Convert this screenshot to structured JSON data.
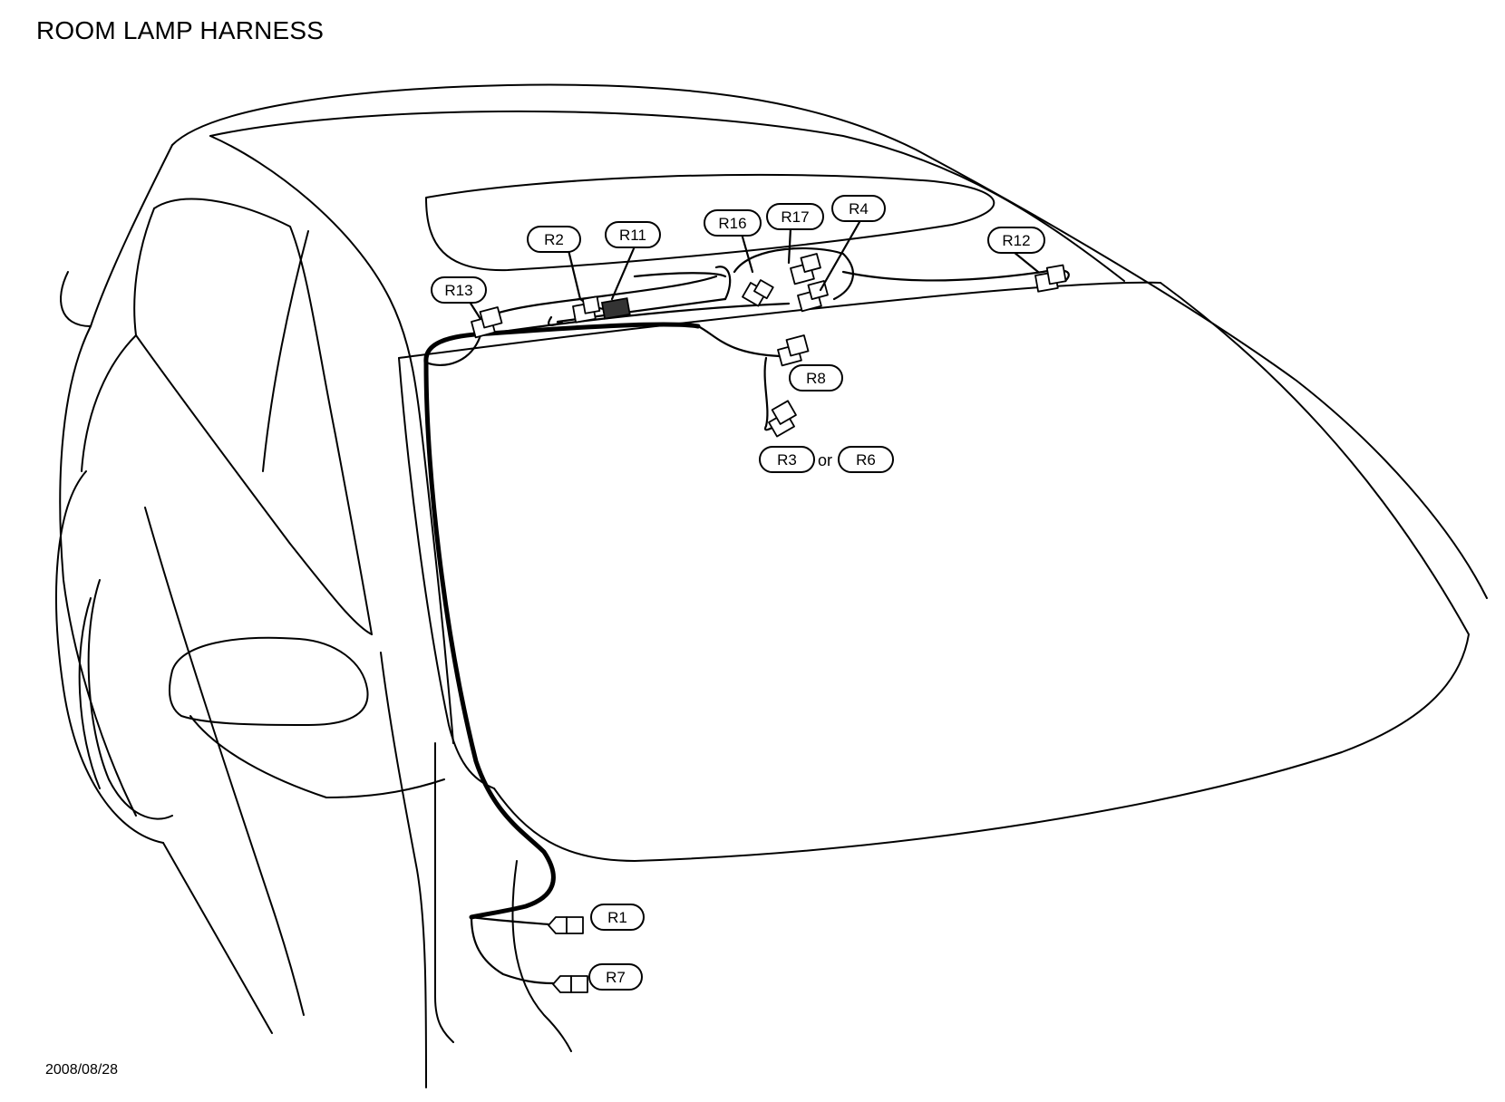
{
  "title": "ROOM LAMP HARNESS",
  "date": "2008/08/28",
  "connectors": {
    "r1": "R1",
    "r2": "R2",
    "r3": "R3",
    "r4": "R4",
    "r6": "R6",
    "r7": "R7",
    "r8": "R8",
    "r11": "R11",
    "r12": "R12",
    "r13": "R13",
    "r16": "R16",
    "r17": "R17"
  },
  "or_text": "or"
}
